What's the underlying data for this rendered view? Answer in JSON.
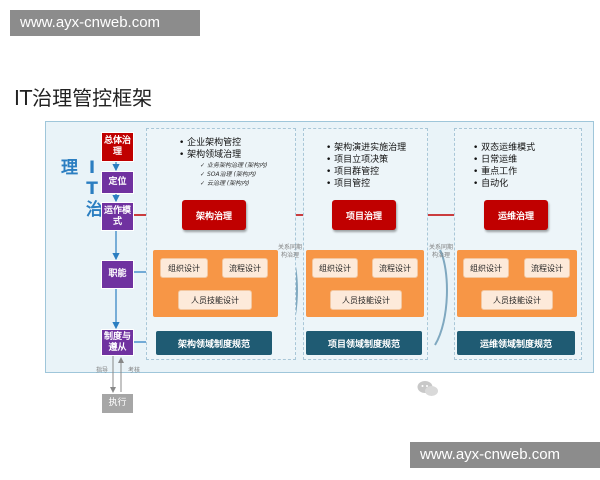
{
  "watermark_top": "www.ayx-cnweb.com",
  "watermark_bottom": "www.ayx-cnweb.com",
  "page_title": "IT治理管控框架",
  "diagram": {
    "it_title": "IT治理",
    "sidebar": {
      "overall": "总体治理",
      "positioning": "定位",
      "operating_model": "运作模式",
      "functions": "职能",
      "policy": "制度与遵从",
      "execution": "执行",
      "guide": "指导",
      "assess": "考核"
    },
    "columns": [
      {
        "bullets": [
          "企业架构管控",
          "架构领域治理"
        ],
        "subitems": [
          "业务架构治理 (架构内)",
          "SOA治理 (架构内)",
          "云治理 (架构内)"
        ],
        "main_box": "架构治理",
        "pills": [
          "组织设计",
          "流程设计",
          "人员技能设计"
        ],
        "policy_box": "架构领域制度规范"
      },
      {
        "bullets": [
          "架构演进实施治理",
          "项目立项决策",
          "项目群管控",
          "项目管控"
        ],
        "subitems": [],
        "main_box": "项目治理",
        "pills": [
          "组织设计",
          "流程设计",
          "人员技能设计"
        ],
        "policy_box": "项目领域制度规范"
      },
      {
        "bullets": [
          "双态运维模式",
          "日常运维",
          "重点工作",
          "自动化"
        ],
        "subitems": [],
        "main_box": "运维治理",
        "pills": [
          "组织设计",
          "流程设计",
          "人员技能设计"
        ],
        "policy_box": "运维领域制度规范"
      }
    ],
    "connector_notes": [
      "关系同期构治理",
      "关系同期构治理"
    ]
  },
  "colors": {
    "red": "#c00000",
    "purple": "#7032a0",
    "orange": "#f79646",
    "teal": "#1f5b73",
    "frame": "#e9f3f8"
  }
}
